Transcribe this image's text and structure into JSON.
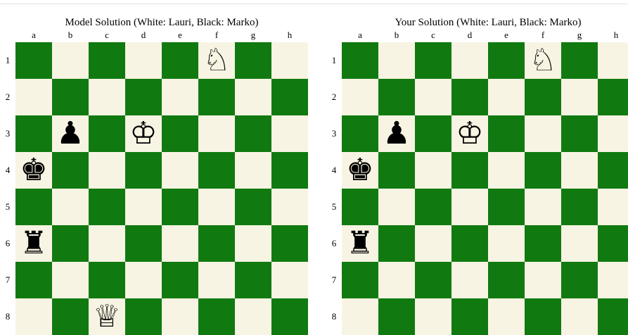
{
  "colors": {
    "dark_square": "#107a10",
    "light_square": "#f8f4e3"
  },
  "files": [
    "a",
    "b",
    "c",
    "d",
    "e",
    "f",
    "g",
    "h"
  ],
  "ranks": [
    "1",
    "2",
    "3",
    "4",
    "5",
    "6",
    "7",
    "8"
  ],
  "panels": [
    {
      "id": "model",
      "title": "Model Solution (White: Lauri, Black: Marko)",
      "pieces": [
        {
          "square": "f1",
          "glyph": "♘",
          "name": "white-knight-icon",
          "color": "white"
        },
        {
          "square": "b3",
          "glyph": "♟",
          "name": "black-pawn-icon",
          "color": "black"
        },
        {
          "square": "d3",
          "glyph": "♔",
          "name": "white-king-icon",
          "color": "white"
        },
        {
          "square": "a4",
          "glyph": "♚",
          "name": "black-king-icon",
          "color": "black"
        },
        {
          "square": "a6",
          "glyph": "♜",
          "name": "black-rook-icon",
          "color": "black"
        },
        {
          "square": "c8",
          "glyph": "♕",
          "name": "white-queen-icon",
          "color": "white"
        }
      ]
    },
    {
      "id": "your",
      "title": "Your Solution (White: Lauri, Black: Marko)",
      "pieces": [
        {
          "square": "f1",
          "glyph": "♘",
          "name": "white-knight-icon",
          "color": "white"
        },
        {
          "square": "b3",
          "glyph": "♟",
          "name": "black-pawn-icon",
          "color": "black"
        },
        {
          "square": "d3",
          "glyph": "♔",
          "name": "white-king-icon",
          "color": "white"
        },
        {
          "square": "a4",
          "glyph": "♚",
          "name": "black-king-icon",
          "color": "black"
        },
        {
          "square": "a6",
          "glyph": "♜",
          "name": "black-rook-icon",
          "color": "black"
        }
      ]
    }
  ]
}
